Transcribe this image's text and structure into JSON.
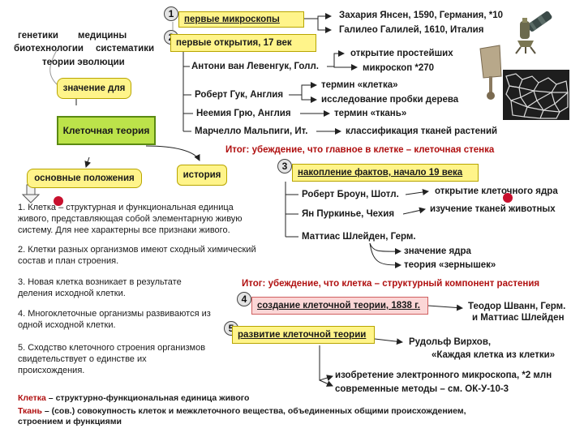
{
  "branches_top": [
    "генетики",
    "медицины",
    "биотехнологии",
    "систематики",
    "теории эволюции"
  ],
  "center": {
    "label": "Клеточная теория"
  },
  "nodes": {
    "significance": "значение для",
    "main_positions": "основные положения",
    "history": "история"
  },
  "stages": [
    {
      "num": "1",
      "title": "первые микроскопы"
    },
    {
      "num": "2",
      "title": "первые открытия, 17 век"
    },
    {
      "num": "3",
      "title": "накопление фактов, начало 19 века"
    },
    {
      "num": "4",
      "title": "создание клеточной теории, 1838 г."
    },
    {
      "num": "5",
      "title": "развитие клеточной теории"
    }
  ],
  "microscopes": [
    "Захария Янсен, 1590, Германия, *10",
    "Галилео Галилей, 1610, Италия"
  ],
  "discoveries17": {
    "leeuwenhoek": "Антони ван Левенгук, Голл.",
    "leeuwenhoek_items": [
      "открытие простейших",
      "микроскоп *270"
    ],
    "hooke": "Роберт Гук, Англия",
    "hooke_items": [
      "термин «клетка»",
      "исследование пробки дерева"
    ],
    "grew": "Неемия Грю, Англия",
    "grew_item": "термин «ткань»",
    "malpighi": "Марчелло Мальпиги, Ит.",
    "malpighi_item": "классификация тканей растений"
  },
  "conclusion1": "Итог: убеждение, что главное в клетке – клеточная стенка",
  "facts19": {
    "brown": "Роберт Броун, Шотл.",
    "brown_item": "открытие клеточного ядра",
    "purkinje": "Ян Пуркинье, Чехия",
    "purkinje_item": "изучение тканей животных",
    "schleiden": "Маттиас Шлейден, Герм.",
    "schleiden_items": [
      "значение ядра",
      "теория «зернышек»"
    ]
  },
  "conclusion2": "Итог: убеждение, что клетка – структурный компонент растения",
  "creators": [
    "Теодор Шванн, Герм.",
    "и Маттиас Шлейден"
  ],
  "development": {
    "virchow": "Рудольф Вирхов,",
    "virchow_quote": "«Каждая клетка из клетки»",
    "em": "изобретение электронного микроскопа, *2 млн",
    "modern": "современные методы – см. ОК-У-10-3"
  },
  "positions": [
    "1. Клетка – структурная и функциональная единица живого, представляющая собой элементарную живую систему. Для нее характерны все признаки живого.",
    "2. Клетки разных организмов имеют сходный химический состав и план строения.",
    "3. Новая клетка возникает в результате деления исходной клетки.",
    "4. Многоклеточные организмы развиваются из одной исходной клетки.",
    "5. Сходство клеточного строения организмов свидетельствует о единстве их происхождения."
  ],
  "definitions": {
    "cell_term": "Клетка",
    "cell_def": " – структурно-функциональная единица живого",
    "tissue_term": "Ткань",
    "tissue_def": " – (сов.) совокупность клеток и межклеточного вещества, объединенных общими происхождением, строением и функциями"
  },
  "colors": {
    "yellow": "#fff48a",
    "pink": "#fbd6d6",
    "green": "#bce34a",
    "red_text": "#b01010",
    "dot": "#c8102e"
  }
}
